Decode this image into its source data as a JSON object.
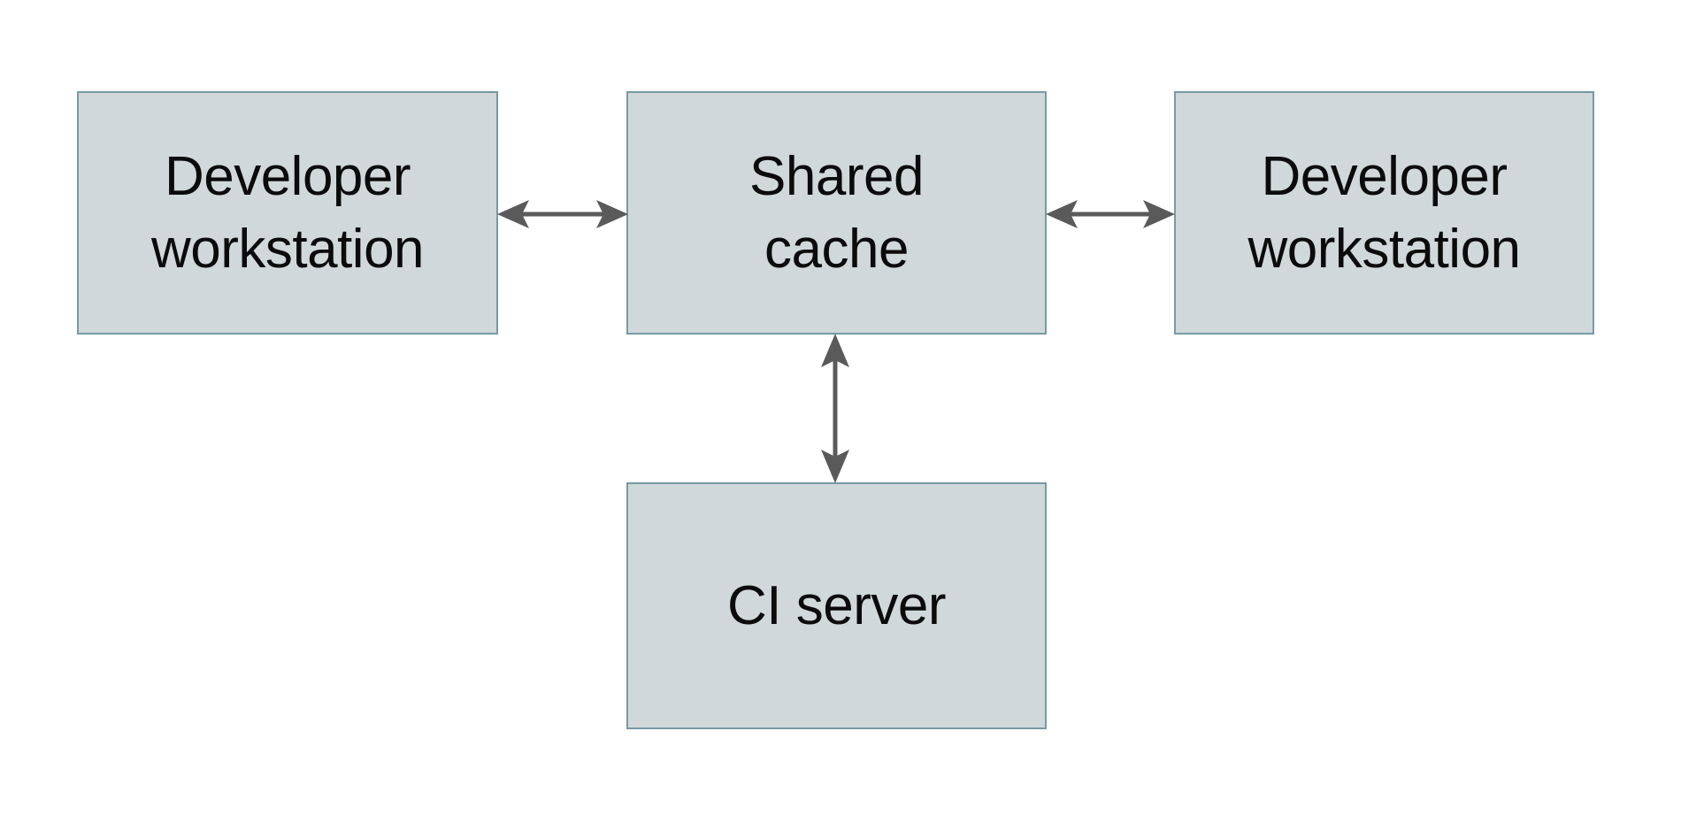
{
  "diagram": {
    "type": "block-diagram",
    "background_color": "#ffffff",
    "node_fill_color": "#d0d8da",
    "node_border_color": "#7899a6",
    "edge_color": "#5a5a5a",
    "text_color": "#0b0b0b",
    "nodes": [
      {
        "id": "dev-left",
        "label": "Developer\nworkstation",
        "shape": "rectangle"
      },
      {
        "id": "shared-cache",
        "label": "Shared\ncache",
        "shape": "rectangle"
      },
      {
        "id": "dev-right",
        "label": "Developer\nworkstation",
        "shape": "rectangle"
      },
      {
        "id": "ci-server",
        "label": "CI server",
        "shape": "rectangle"
      }
    ],
    "edges": [
      {
        "id": "edge-left-shared",
        "from": "dev-left",
        "to": "shared-cache",
        "arrowheads": "both",
        "orientation": "horizontal",
        "label": ""
      },
      {
        "id": "edge-shared-right",
        "from": "shared-cache",
        "to": "dev-right",
        "arrowheads": "both",
        "orientation": "horizontal",
        "label": ""
      },
      {
        "id": "edge-shared-ci",
        "from": "shared-cache",
        "to": "ci-server",
        "arrowheads": "both",
        "orientation": "vertical",
        "label": ""
      }
    ]
  }
}
